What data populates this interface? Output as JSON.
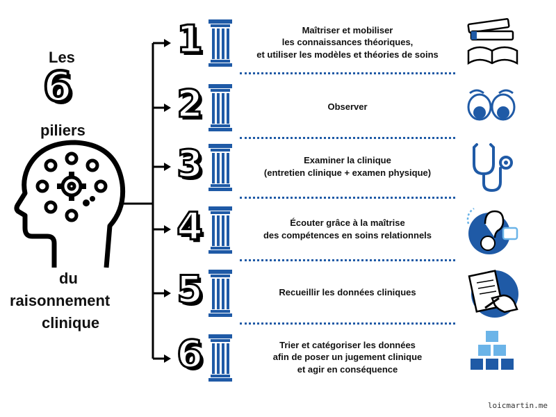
{
  "title": {
    "les": "Les",
    "six": "6",
    "piliers": "piliers",
    "du": "du",
    "raisonnement": "raisonnement",
    "clinique": "clinique"
  },
  "pillars": [
    {
      "number": "1",
      "text": "Maîtriser et mobiliser\nles connaissances théoriques,\net utiliser les modèles et théories de soins",
      "icon": "books-icon"
    },
    {
      "number": "2",
      "text": "Observer",
      "icon": "eyes-icon"
    },
    {
      "number": "3",
      "text": "Examiner la clinique\n(entretien clinique + examen physique)",
      "icon": "stethoscope-icon"
    },
    {
      "number": "4",
      "text": "Écouter grâce à la maîtrise\ndes compétences en soins relationnels",
      "icon": "listening-ear-icon"
    },
    {
      "number": "5",
      "text": "Recueillir les données cliniques",
      "icon": "writing-hand-icon"
    },
    {
      "number": "6",
      "text": "Trier et catégoriser les données\nafin de poser un jugement clinique\net agir en conséquence",
      "icon": "stacked-blocks-icon"
    }
  ],
  "credit": "loicmartin.me",
  "colors": {
    "accent": "#1f5aa6",
    "accent_light": "#6bb4e8",
    "ink": "#111111"
  }
}
